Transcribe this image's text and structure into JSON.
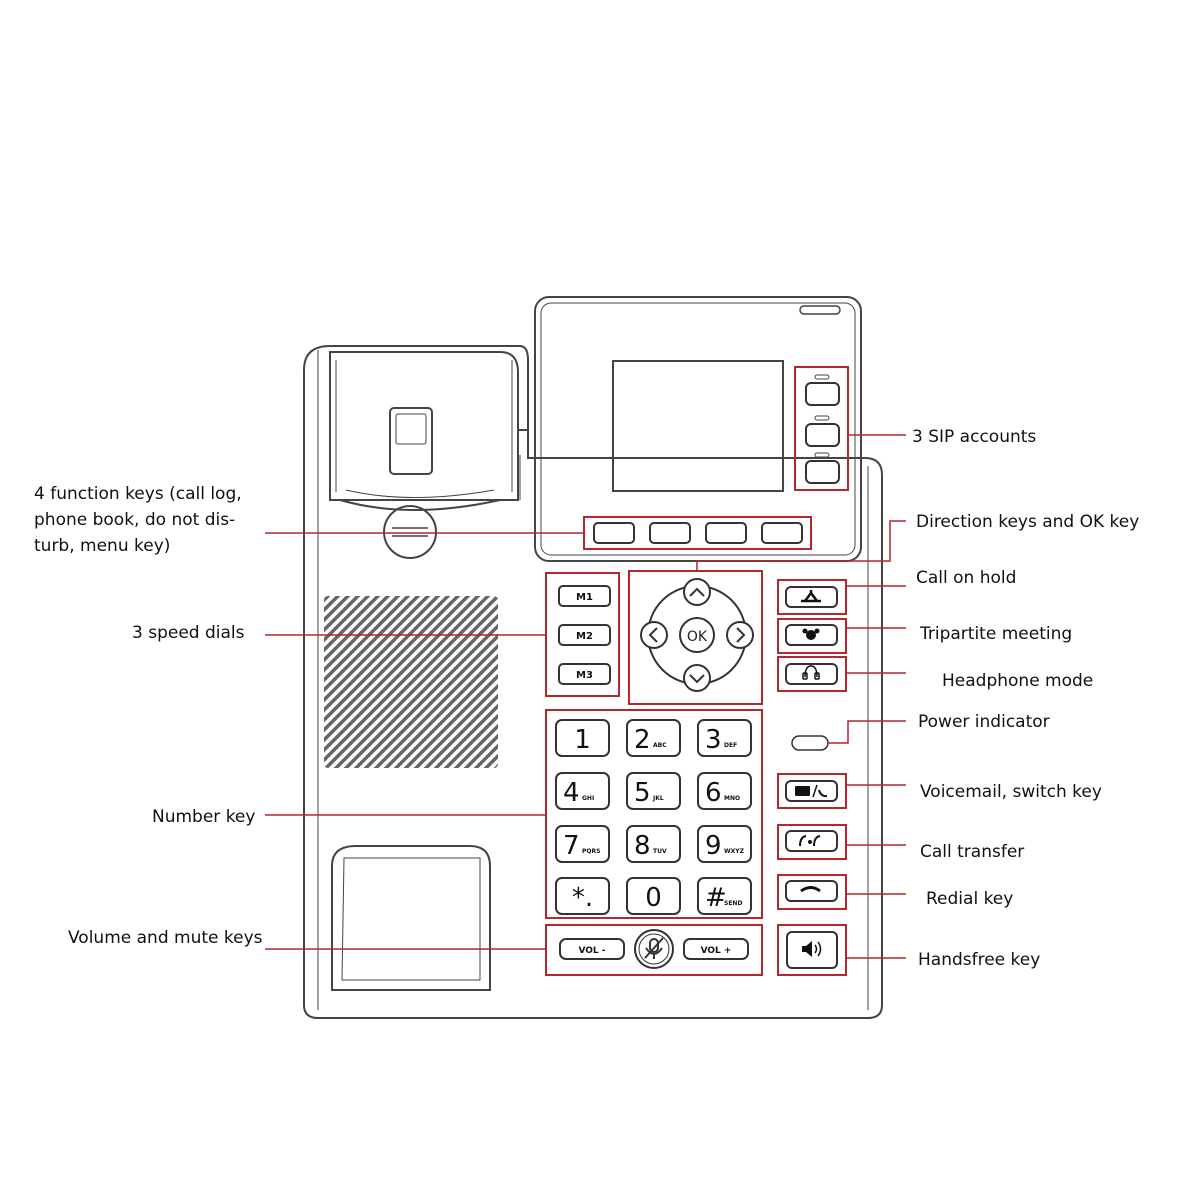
{
  "labels": {
    "function_keys": "4 function keys (call log, phone book, do not dis-turb, menu key)",
    "speed_dials": "3 speed dials",
    "number_key": "Number key",
    "volume_mute": "Volume and mute keys",
    "sip_accounts": "3 SIP accounts",
    "direction_ok": "Direction keys and OK key",
    "call_hold": "Call on hold",
    "tripartite": "Tripartite meeting",
    "headphone": "Headphone mode",
    "power": "Power indicator",
    "voicemail": "Voicemail, switch key",
    "call_transfer": "Call transfer",
    "redial": "Redial key",
    "handsfree": "Handsfree key"
  },
  "speed_keys": [
    "M1",
    "M2",
    "M3"
  ],
  "ok_label": "OK",
  "keypad": [
    {
      "digit": "1",
      "sub": ""
    },
    {
      "digit": "2",
      "sub": "ABC"
    },
    {
      "digit": "3",
      "sub": "DEF"
    },
    {
      "digit": "4",
      "sub": "GHI"
    },
    {
      "digit": "5",
      "sub": "JKL"
    },
    {
      "digit": "6",
      "sub": "MNO"
    },
    {
      "digit": "7",
      "sub": "PQRS"
    },
    {
      "digit": "8",
      "sub": "TUV"
    },
    {
      "digit": "9",
      "sub": "WXYZ"
    },
    {
      "digit": "*.",
      "sub": ""
    },
    {
      "digit": "0",
      "sub": ""
    },
    {
      "digit": "#",
      "sub": "SEND"
    }
  ],
  "volume": {
    "down": "VOL -",
    "up": "VOL +"
  },
  "colors": {
    "callout": "#b3272d",
    "outline": "#444444"
  }
}
